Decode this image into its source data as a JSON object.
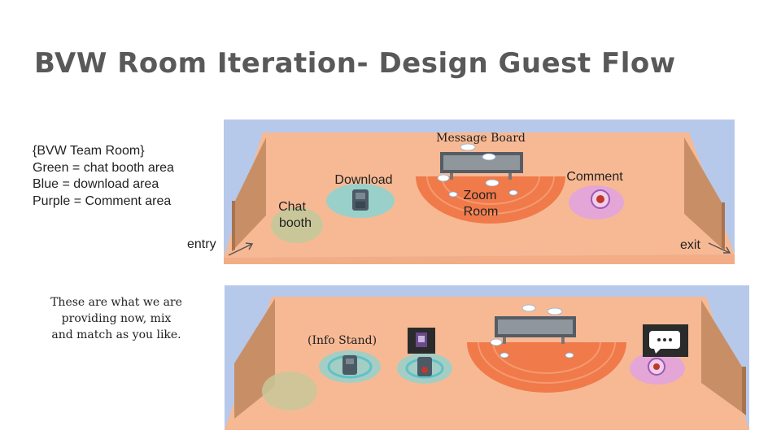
{
  "slide": {
    "title": "BVW Room Iteration- Design Guest Flow"
  },
  "legend": {
    "line1": "{BVW Team Room}",
    "line2": "Green = chat booth area",
    "line3": "Blue = download area",
    "line4": "Purple = Comment area"
  },
  "note": {
    "line1": "These are what we are",
    "line2": "providing now, mix",
    "line3": "and match as you like."
  },
  "room_top": {
    "message_board": "Message Board",
    "download": "Download",
    "comment": "Comment",
    "chat_line1": "Chat",
    "chat_line2": "booth",
    "zoom_line1": "Zoom",
    "zoom_line2": "Room",
    "entry": "entry",
    "exit": "exit"
  },
  "room_bottom": {
    "info_stand": "(Info Stand)"
  },
  "colors": {
    "floor": "#f7b994",
    "sky": "#b7c9ea",
    "wall_side": "#c88f66",
    "chat_area": "#c9c79a",
    "download_area": "#8fd3cf",
    "comment_area": "#e4a6d6",
    "zoom_area": "#f07a4a"
  }
}
